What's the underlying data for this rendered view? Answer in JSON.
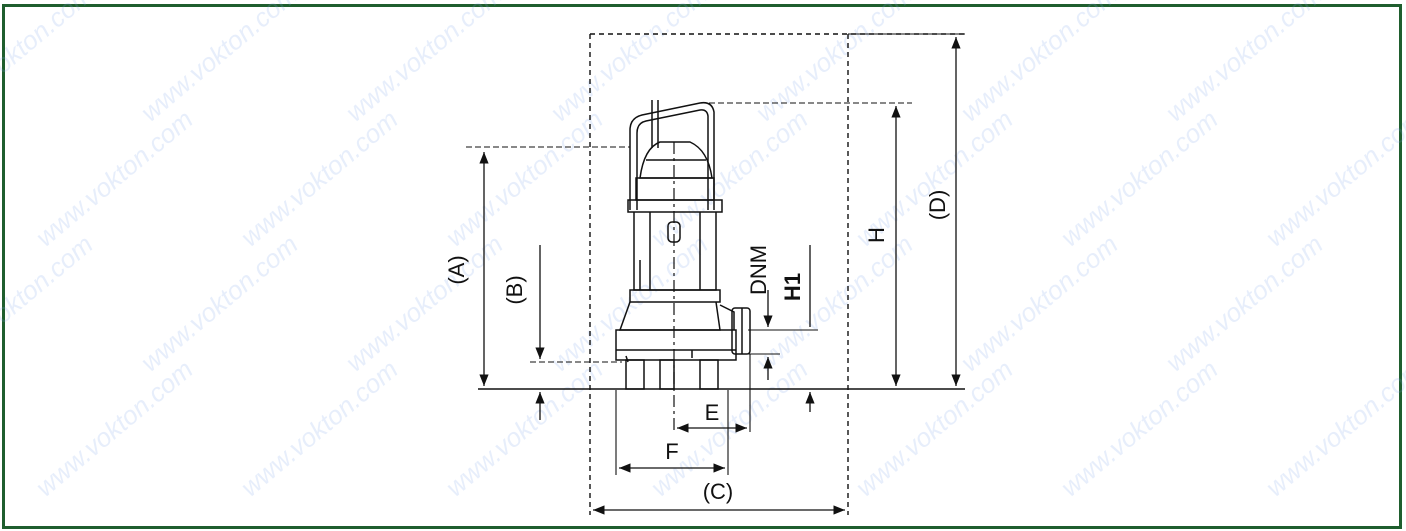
{
  "labels": {
    "A": "(A)",
    "B": "(B)",
    "C": "(C)",
    "D": "(D)",
    "H": "H",
    "H1": "H1",
    "DNM": "DNM",
    "E": "E",
    "F": "F"
  },
  "watermark": "www.vokton.com",
  "colors": {
    "frame": "#1f5e2e",
    "line": "#111111",
    "watermark": "#7da6ea"
  }
}
